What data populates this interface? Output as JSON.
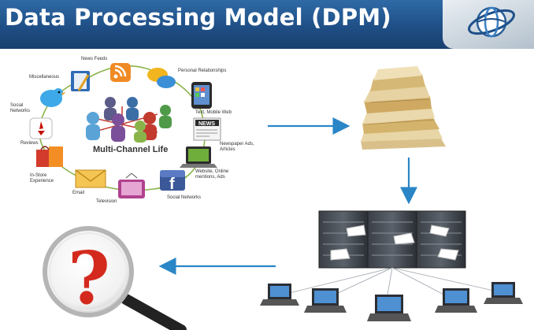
{
  "title": "Data Processing Model (DPM)",
  "hub": {
    "center_label": "Multi-Channel Life",
    "channels": [
      {
        "id": "news-feeds",
        "label": "News Feeds"
      },
      {
        "id": "personal-relationships",
        "label": "Personal Relationships"
      },
      {
        "id": "miscellaneous",
        "label": "Miscellaneous"
      },
      {
        "id": "social-networks-bird",
        "label": "Social\nNetworks"
      },
      {
        "id": "text-mobile-web",
        "label": "Text, Mobile Web"
      },
      {
        "id": "reviews",
        "label": "Reviews"
      },
      {
        "id": "newspaper-ads",
        "label": "Newspaper Ads,\nArticles"
      },
      {
        "id": "in-store-experience",
        "label": "In-Store\nExperience"
      },
      {
        "id": "website-online",
        "label": "Website, Online\nmentions, Ads"
      },
      {
        "id": "email",
        "label": "Email"
      },
      {
        "id": "television",
        "label": "Television"
      },
      {
        "id": "social-networks-fb",
        "label": "Social Networks"
      }
    ]
  },
  "icons": {
    "news_feeds": "rss-icon",
    "personal_relationships": "chat-bubbles-icon",
    "miscellaneous": "notebook-icon",
    "social_networks_bird": "twitter-bird-icon",
    "text_mobile_web": "smartphone-icon",
    "reviews": "yelp-icon",
    "newspaper_ads": "newspaper-icon",
    "in_store": "shopping-bag-icon",
    "website": "laptop-icon",
    "email": "envelope-icon",
    "television": "tv-icon",
    "social_networks_fb": "facebook-icon",
    "logo": "globe-orbit-logo-icon",
    "paper_stack": "paper-stack-icon",
    "servers": "server-rack-icon",
    "question": "magnifier-question-icon"
  },
  "newspaper_text": "NEWS",
  "facebook_glyph": "f",
  "question_glyph": "?",
  "colors": {
    "banner": "#1f4f86",
    "arrow": "#2a86c6",
    "question_red": "#d42a1e"
  }
}
